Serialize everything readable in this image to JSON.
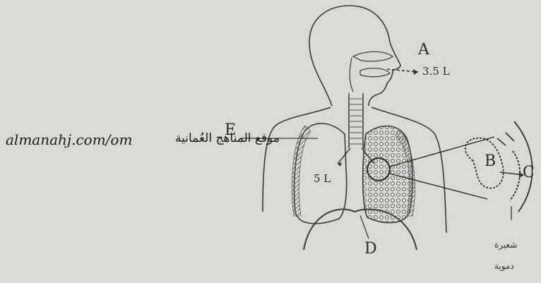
{
  "labels": {
    "A": "A",
    "B": "B",
    "C": "C",
    "D": "D",
    "E": "E"
  },
  "volumes": {
    "exhaled": "3.5 L",
    "lung": "5 L"
  },
  "arabic_label": {
    "line1": "شعيرة",
    "line2": "دموية"
  },
  "watermark": {
    "latin": "almanahj.com/om",
    "arabic": "موقع المناهج العُمانية"
  },
  "colors": {
    "background": "#d9d9d6",
    "ink": "#3a3a3a"
  }
}
